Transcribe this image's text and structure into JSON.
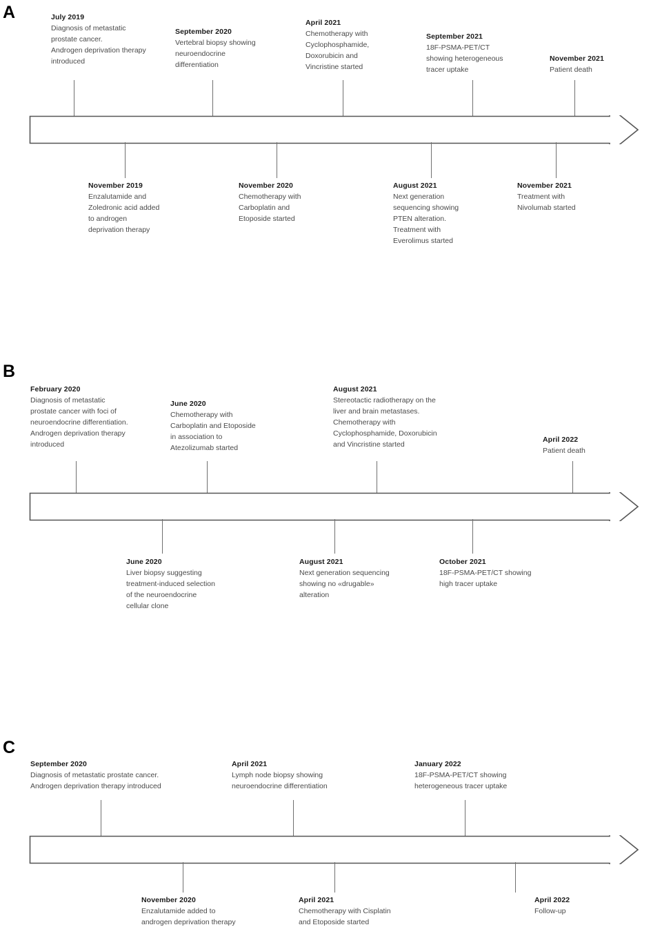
{
  "figure": {
    "type": "clinical-timeline",
    "panel_count": 3,
    "line_color": "#6f6f6f",
    "text_color": "#3c3c3b",
    "date_color": "#1a1a1a"
  },
  "panels": [
    {
      "letter": "A",
      "events_above": [
        {
          "date": "July 2019",
          "desc": "Diagnosis of metastatic\nprostate cancer.\nAndrogen deprivation therapy\nintroduced"
        },
        {
          "date": "September 2020",
          "desc": "Vertebral biopsy showing\nneuroendocrine\ndifferentiation"
        },
        {
          "date": "April 2021",
          "desc": "Chemotherapy with\nCyclophosphamide,\nDoxorubicin and\nVincristine started"
        },
        {
          "date": "September 2021",
          "desc": "18F-PSMA-PET/CT\nshowing heterogeneous\ntracer uptake"
        },
        {
          "date": "November 2021",
          "desc": "Patient death"
        }
      ],
      "events_below": [
        {
          "date": "November 2019",
          "desc": "Enzalutamide and\nZoledronic acid added\nto androgen\ndeprivation therapy"
        },
        {
          "date": "November 2020",
          "desc": "Chemotherapy with\nCarboplatin and\nEtoposide started"
        },
        {
          "date": "August 2021",
          "desc": "Next generation\nsequencing showing\nPTEN alteration.\nTreatment with\nEverolimus started"
        },
        {
          "date": "November 2021",
          "desc": "Treatment with\nNivolumab started"
        }
      ]
    },
    {
      "letter": "B",
      "events_above": [
        {
          "date": "February 2020",
          "desc": "Diagnosis of metastatic\nprostate cancer with foci of\nneuroendocrine differentiation.\nAndrogen deprivation therapy\nintroduced"
        },
        {
          "date": "June 2020",
          "desc": "Chemotherapy with\nCarboplatin and Etoposide\nin association to\nAtezolizumab started"
        },
        {
          "date": "August 2021",
          "desc": "Stereotactic radiotherapy on the\nliver and brain metastases.\nChemotherapy with\nCyclophosphamide, Doxorubicin\nand Vincristine started"
        },
        {
          "date": "April 2022",
          "desc": "Patient death"
        }
      ],
      "events_below": [
        {
          "date": "June 2020",
          "desc": "Liver biopsy suggesting\ntreatment-induced selection\nof the neuroendocrine\ncellular clone"
        },
        {
          "date": "August 2021",
          "desc": "Next generation sequencing\nshowing no «drugable»\nalteration"
        },
        {
          "date": "October 2021",
          "desc": "18F-PSMA-PET/CT showing\nhigh tracer uptake"
        }
      ]
    },
    {
      "letter": "C",
      "events_above": [
        {
          "date": "September 2020",
          "desc": "Diagnosis of metastatic prostate cancer.\nAndrogen deprivation therapy introduced"
        },
        {
          "date": "April 2021",
          "desc": "Lymph node biopsy showing\nneuroendocrine differentiation"
        },
        {
          "date": "January 2022",
          "desc": "18F-PSMA-PET/CT showing\nheterogeneous tracer uptake"
        }
      ],
      "events_below": [
        {
          "date": "November 2020",
          "desc": "Enzalutamide added to\nandrogen deprivation therapy"
        },
        {
          "date": "April 2021",
          "desc": "Chemotherapy with Cisplatin\nand Etoposide started"
        },
        {
          "date": "April 2022",
          "desc": "Follow-up"
        }
      ]
    }
  ]
}
